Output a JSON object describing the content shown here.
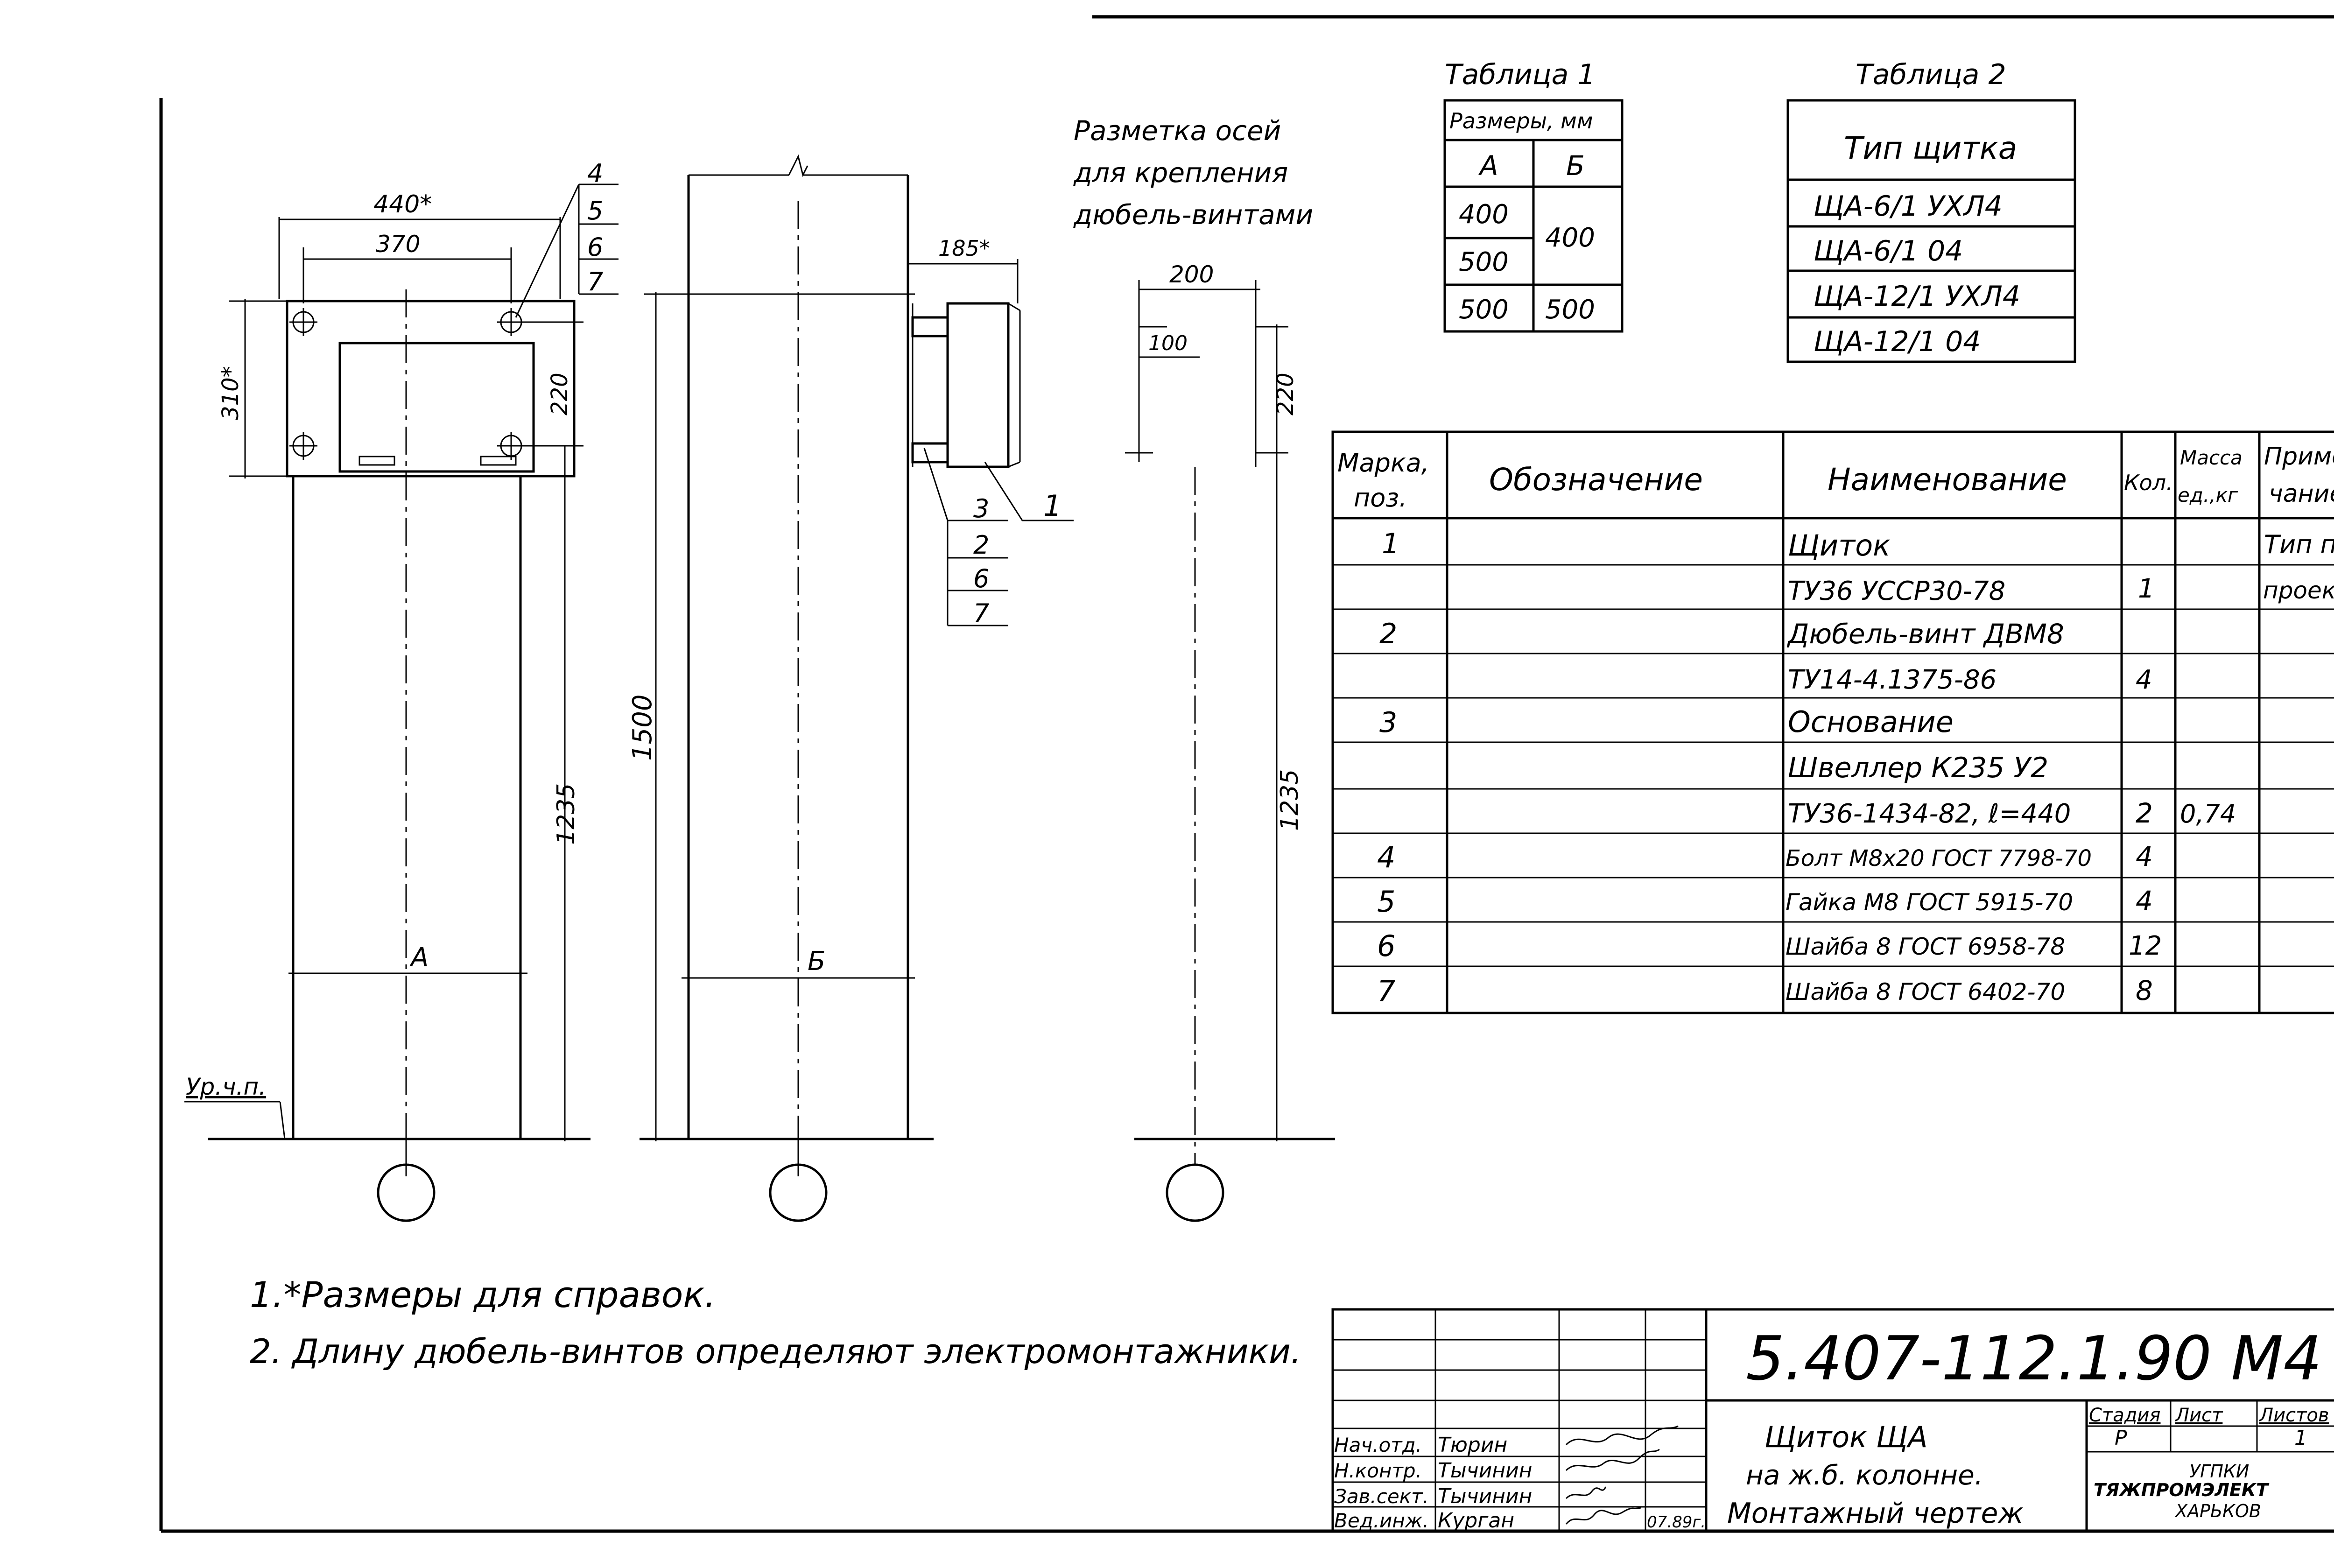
{
  "markup": {
    "axes_note": [
      "Разметка осей",
      "для крепления",
      "дюбель-винтами"
    ],
    "level_mark": "Ур.ч.п.",
    "axis_labels": {
      "A": "А",
      "B": "Б"
    }
  },
  "dimensions": {
    "front_width_total": "440*",
    "front_width_inner": "370",
    "front_height": "310*",
    "front_hole_spacing": "220",
    "height_1235": "1235",
    "height_1500": "1500",
    "side_depth": "185*",
    "mark_200": "200",
    "mark_100": "100",
    "mark_220": "220",
    "mark_1235": "1235"
  },
  "callouts": {
    "front": [
      "4",
      "5",
      "6",
      "7"
    ],
    "side_left": [
      "3",
      "2",
      "6",
      "7"
    ],
    "side_right": "1"
  },
  "table1": {
    "title": "Таблица 1",
    "header": "Размеры, мм",
    "col_a": "А",
    "col_b": "Б",
    "rows": [
      {
        "a": "400",
        "b": "400"
      },
      {
        "a": "500",
        "b": ""
      },
      {
        "a": "500",
        "b": "500"
      }
    ]
  },
  "table2": {
    "title": "Таблица 2",
    "header": "Тип щитка",
    "rows": [
      "ЩА-6/1 УХЛ4",
      "ЩА-6/1 04",
      "ЩА-12/1 УХЛ4",
      "ЩА-12/1 04"
    ]
  },
  "spec": {
    "headers": {
      "mark_1": "Марка,",
      "mark_2": "поз.",
      "designation": "Обозначение",
      "name": "Наименование",
      "qty": "Кол.",
      "mass_1": "Масса",
      "mass_2": "ед.,кг",
      "note_1": "Приме-",
      "note_2": "чание"
    },
    "rows": [
      {
        "pos": "1",
        "name": "Щиток",
        "qty": "",
        "mass": "",
        "note": "Тип по"
      },
      {
        "pos": "",
        "name": "ТУ36 УССР30-78",
        "qty": "1",
        "mass": "",
        "note": "проекту"
      },
      {
        "pos": "2",
        "name": "Дюбель-винт ДВМ8",
        "qty": "",
        "mass": "",
        "note": ""
      },
      {
        "pos": "",
        "name": "ТУ14-4.1375-86",
        "qty": "4",
        "mass": "",
        "note": ""
      },
      {
        "pos": "3",
        "name": "Основание",
        "qty": "",
        "mass": "",
        "note": ""
      },
      {
        "pos": "",
        "name": "Швеллер К235 У2",
        "qty": "",
        "mass": "",
        "note": ""
      },
      {
        "pos": "",
        "name": "ТУ36-1434-82, ℓ=440",
        "qty": "2",
        "mass": "0,74",
        "note": ""
      },
      {
        "pos": "4",
        "name": "Болт М8х20 ГОСТ 7798-70",
        "qty": "4",
        "mass": "",
        "note": ""
      },
      {
        "pos": "5",
        "name": "Гайка М8 ГОСТ 5915-70",
        "qty": "4",
        "mass": "",
        "note": ""
      },
      {
        "pos": "6",
        "name": "Шайба 8 ГОСТ 6958-78",
        "qty": "12",
        "mass": "",
        "note": ""
      },
      {
        "pos": "7",
        "name": "Шайба 8 ГОСТ 6402-70",
        "qty": "8",
        "mass": "",
        "note": ""
      }
    ]
  },
  "notes": [
    "1.*Размеры для справок.",
    "2. Длину дюбель-винтов определяют электромонтажники."
  ],
  "title_block": {
    "code": "5.407-112.1.90 М4",
    "title_lines": [
      "Щиток ЩА",
      "на ж.б. колонне.",
      "Монтажный чертеж"
    ],
    "stage_label": "Стадия",
    "sheet_label": "Лист",
    "sheets_label": "Листов",
    "stage": "Р",
    "sheets_total": "1",
    "org_lines": [
      "УГПКИ",
      "ТЯЖПРОМЭЛЕКТ",
      "ХАРЬКОВ"
    ],
    "date": "07.89г.",
    "staff": [
      {
        "role": "Нач.отд.",
        "name": "Тюрин"
      },
      {
        "role": "Н.контр.",
        "name": "Тычинин"
      },
      {
        "role": "Зав.сект.",
        "name": "Тычинин"
      },
      {
        "role": "Вед.инж.",
        "name": "Курган"
      }
    ]
  }
}
